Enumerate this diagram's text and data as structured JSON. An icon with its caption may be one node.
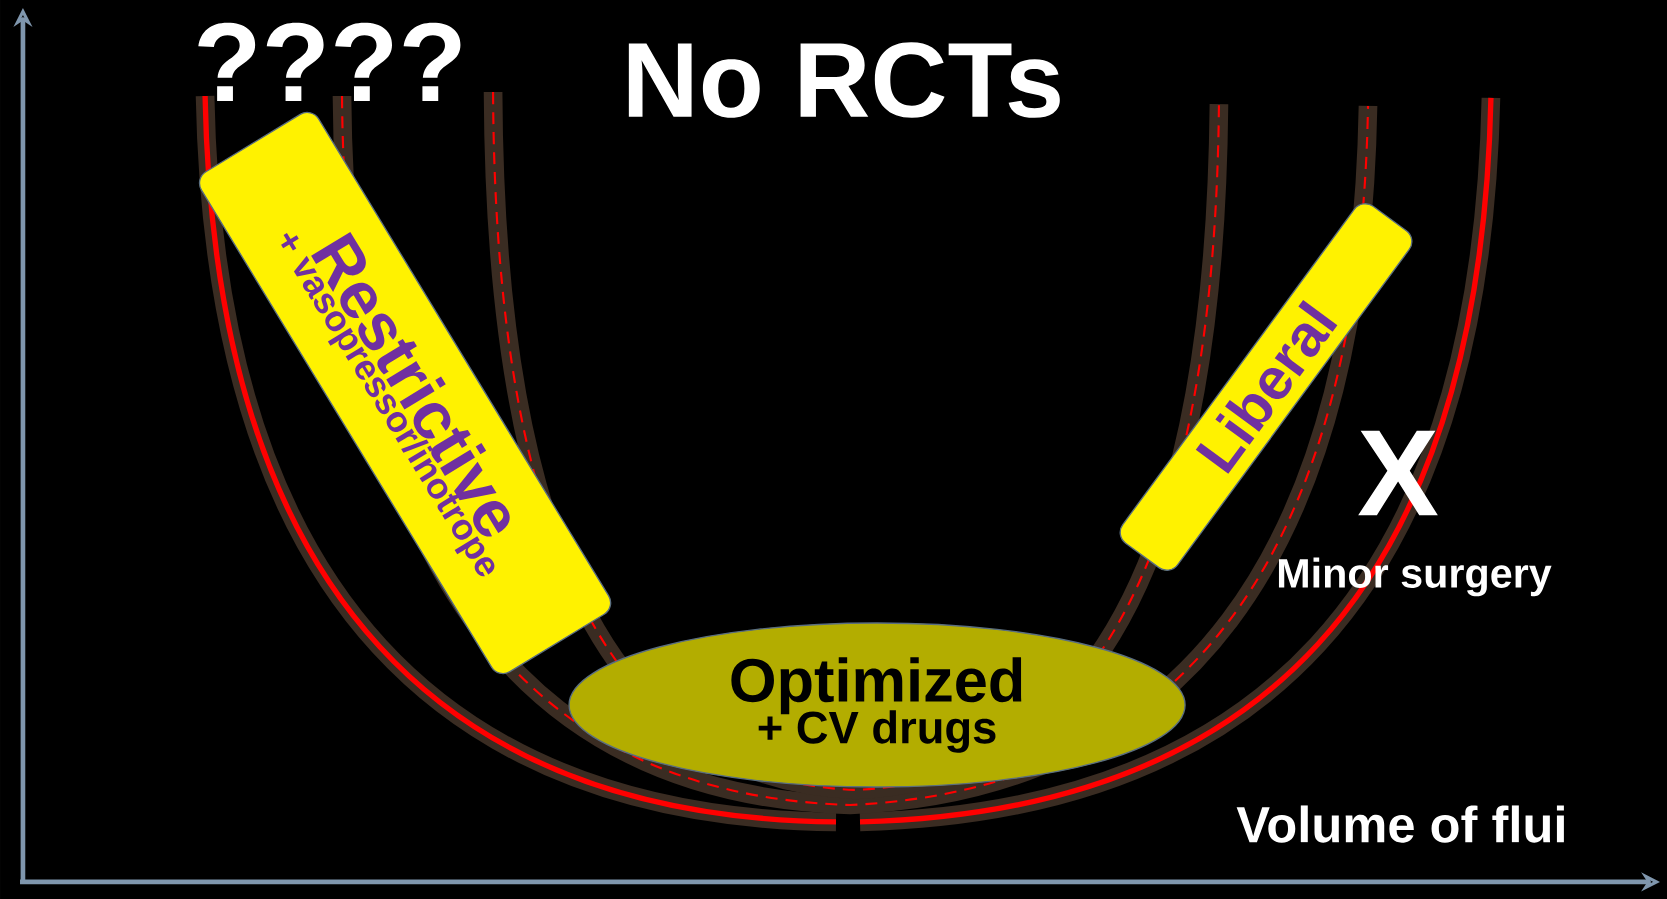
{
  "diagram": {
    "title": "No RCTs",
    "nodes": [
      {
        "text": [
          "Restrictive",
          "+ vasopressor/inotrope"
        ]
      },
      {
        "text": [
          "Liberal"
        ]
      },
      {
        "text": [
          "Optimized",
          "+ CV drugs"
        ]
      }
    ],
    "labels": [
      "????",
      "X",
      "Minor surgery",
      "Volume  of flui"
    ]
  }
}
